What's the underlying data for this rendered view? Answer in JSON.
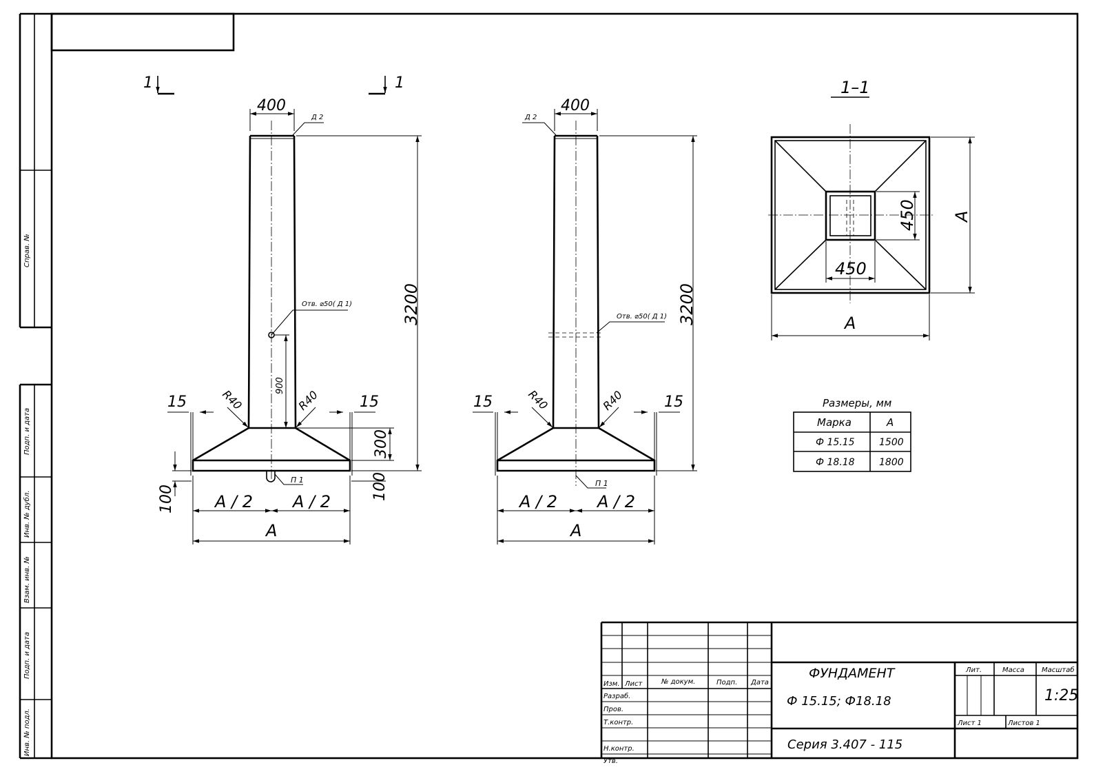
{
  "section_marks": {
    "left": "1",
    "right": "1",
    "section_title": "1–1"
  },
  "views": {
    "front": {
      "dim_top_width": "400",
      "label_d2": "Д 2",
      "dim_height": "3200",
      "hole_note": "Отв. ⌀50( Д 1)",
      "dim_hole_height": "900",
      "radius_left": "R40",
      "radius_right": "R40",
      "offset_left": "15",
      "offset_right": "15",
      "dim_base_height": "300",
      "dim_bottom_left": "100",
      "dim_bottom_right": "100",
      "label_p1": "П 1",
      "half_left": "A / 2",
      "half_right": "A / 2",
      "total": "A"
    },
    "side": {
      "dim_top_width": "400",
      "label_d2": "Д 2",
      "dim_height": "3200",
      "hole_note": "Отв. ⌀50( Д 1)",
      "radius_left": "R40",
      "radius_right": "R40",
      "offset_left": "15",
      "offset_right": "15",
      "label_p1": "П 1",
      "half_left": "A / 2",
      "half_right": "A / 2",
      "total": "A"
    },
    "plan": {
      "inner_v": "450",
      "inner_h": "450",
      "outer_v": "A",
      "outer_h": "A"
    }
  },
  "sizes_table": {
    "caption": "Размеры, мм",
    "headers": [
      "Марка",
      "A"
    ],
    "rows": [
      [
        "Ф 15.15",
        "1500"
      ],
      [
        "Ф 18.18",
        "1800"
      ]
    ]
  },
  "side_strip": {
    "labels": [
      "Справ. №",
      "Подп. и дата",
      "Инв. № дубл.",
      "Взам. инв. №",
      "Подп. и дата",
      "Инв. № подл."
    ]
  },
  "title_block": {
    "col_headers": [
      "Изм.",
      "Лист",
      "№ докум.",
      "Подп.",
      "Дата"
    ],
    "roles": [
      "Разраб.",
      "Пров.",
      "Т.контр.",
      "",
      "Н.контр.",
      "Утв."
    ],
    "title_line1": "ФУНДАМЕНТ",
    "title_line2": "Ф 15.15; Ф18.18",
    "series": "Серия 3.407 - 115",
    "lit_label": "Лит.",
    "mass_label": "Масса",
    "scale_label": "Масштаб",
    "scale_value": "1:25",
    "sheet_label": "Лист 1",
    "sheets_label": "Листов 1"
  }
}
